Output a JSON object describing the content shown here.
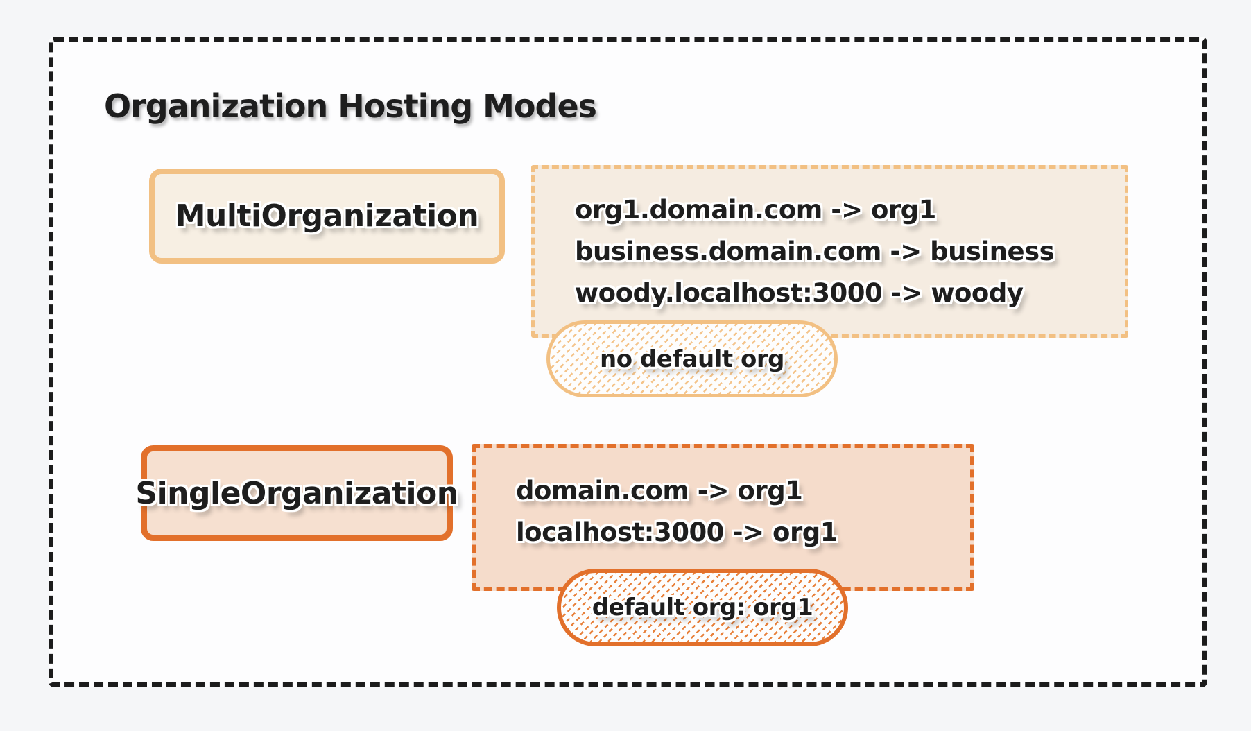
{
  "title": "Organization Hosting Modes",
  "groups": [
    {
      "id": "multi",
      "label": "MultiOrganization",
      "mappings": [
        "org1.domain.com -> org1",
        "business.domain.com -> business",
        "woody.localhost:3000 -> woody"
      ],
      "badge": "no default org"
    },
    {
      "id": "single",
      "label": "SingleOrganization",
      "mappings": [
        "domain.com -> org1",
        "localhost:3000 -> org1"
      ],
      "badge": "default org: org1"
    }
  ],
  "theme": {
    "accent-multi": "#f2c083",
    "fill-multi": "#f5ece1",
    "fill-multi-label": "#f7efe3",
    "hatch-multi": "#f4c48b",
    "accent-single": "#e2702b",
    "fill-single": "#f5dccb",
    "fill-single-label": "#f6e0d0",
    "hatch-single": "#e8813b",
    "ink": "#1e1e1e",
    "canvas-bg": "#f5f6f8",
    "frame-bg": "#fdfdfe"
  }
}
